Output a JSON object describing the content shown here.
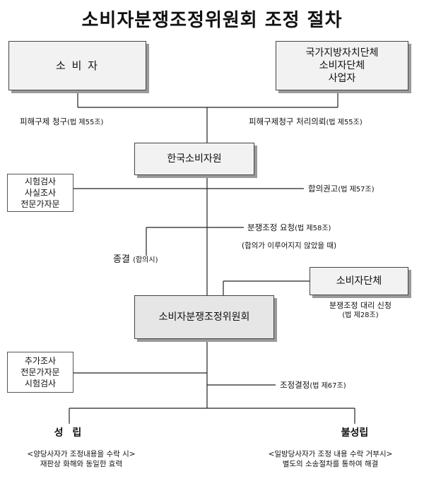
{
  "title": "소비자분쟁조정위원회 조정 절차",
  "nodes": {
    "consumer": "소 비 자",
    "gov_line1": "국가지방자치단체",
    "gov_line2": "소비자단체",
    "gov_line3": "사업자",
    "kca": "한국소비자원",
    "cdrc": "소비자분쟁조정위원회",
    "consumer_org": "소비자단체",
    "investigation_line1": "시험검사",
    "investigation_line2": "사실조사",
    "investigation_line3": "전문가자문",
    "extra_line1": "추가조사",
    "extra_line2": "전문가자문",
    "extra_line3": "시험검사"
  },
  "labels": {
    "relief_request": "피해구제 청구",
    "relief_request_law": "(법 제55조)",
    "relief_delegate": "피해구제청구 처리의뢰",
    "relief_delegate_law": "(법 제55조)",
    "settlement_advice": "합의권고",
    "settlement_advice_law": "(법 제57조)",
    "mediation_request": "분쟁조정 요청",
    "mediation_request_law": "(법 제58조)",
    "mediation_request_note": "(합의가 이루어지지 않았을 때)",
    "termination": "종결",
    "termination_note": "(합의시)",
    "proxy_request_line1": "분쟁조정 대리 신청",
    "proxy_request_line2": "(법 제28조)",
    "decision": "조정결정",
    "decision_law": "(법 제67조)",
    "success": "성 립",
    "success_note1": "<양당사자가 조정내용을 수락 시>",
    "success_note2": "재판상 화해와 동일한 효력",
    "failure": "불성립",
    "failure_note1": "<일방당사자가 조정 내용 수락 거부시>",
    "failure_note2": "별도의 소송절차를 통하여 해결"
  }
}
